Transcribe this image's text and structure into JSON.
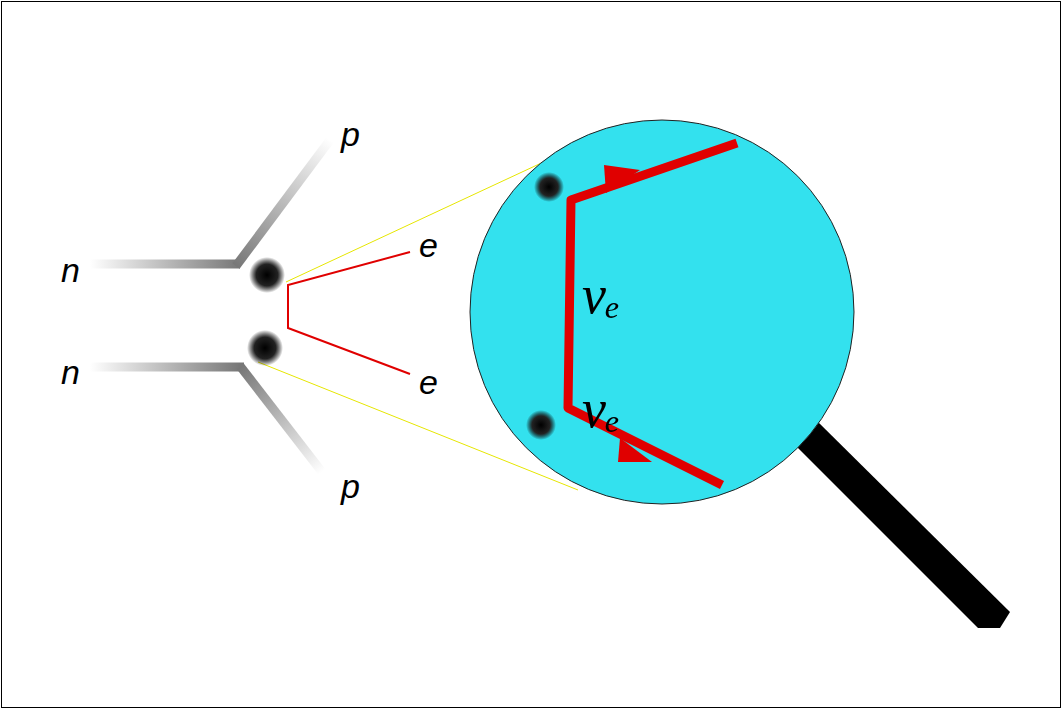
{
  "diagram": {
    "nodes": [
      {
        "text": [
          "νₑ",
          "νₑ"
        ]
      }
    ],
    "labels": [
      "p",
      "n",
      "e",
      "e",
      "n",
      "p"
    ]
  }
}
